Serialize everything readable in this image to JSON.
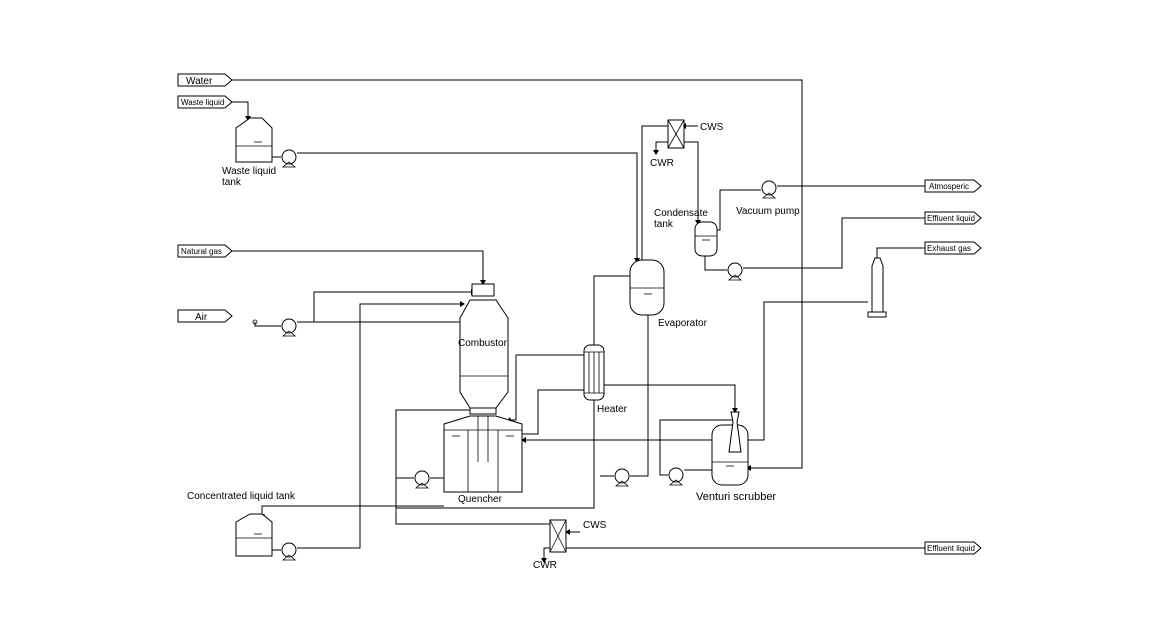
{
  "streams": {
    "water": "Water",
    "waste_liquid": "Waste liquid",
    "natural_gas": "Natural gas",
    "air": "Air",
    "atmosperic": "Atmosperic",
    "effluent_liquid_1": "Effluent liquid",
    "exhaust_gas": "Exhaust gas",
    "effluent_liquid_2": "Effluent liquid"
  },
  "equipment": {
    "waste_liquid_tank_line1": "Waste liquid",
    "waste_liquid_tank_line2": "tank",
    "combustor": "Combustor",
    "quencher": "Quencher",
    "heater": "Heater",
    "evaporator": "Evaporator",
    "condensate_tank_line1": "Condensate",
    "condensate_tank_line2": "tank",
    "vacuum_pump": "Vacuum pump",
    "venturi_scrubber": "Venturi scrubber",
    "concentrated_liquid_tank": "Concentrated liquid tank"
  },
  "utilities": {
    "cws_top": "CWS",
    "cwr_top": "CWR",
    "cws_bottom": "CWS",
    "cwr_bottom": "CWR"
  }
}
